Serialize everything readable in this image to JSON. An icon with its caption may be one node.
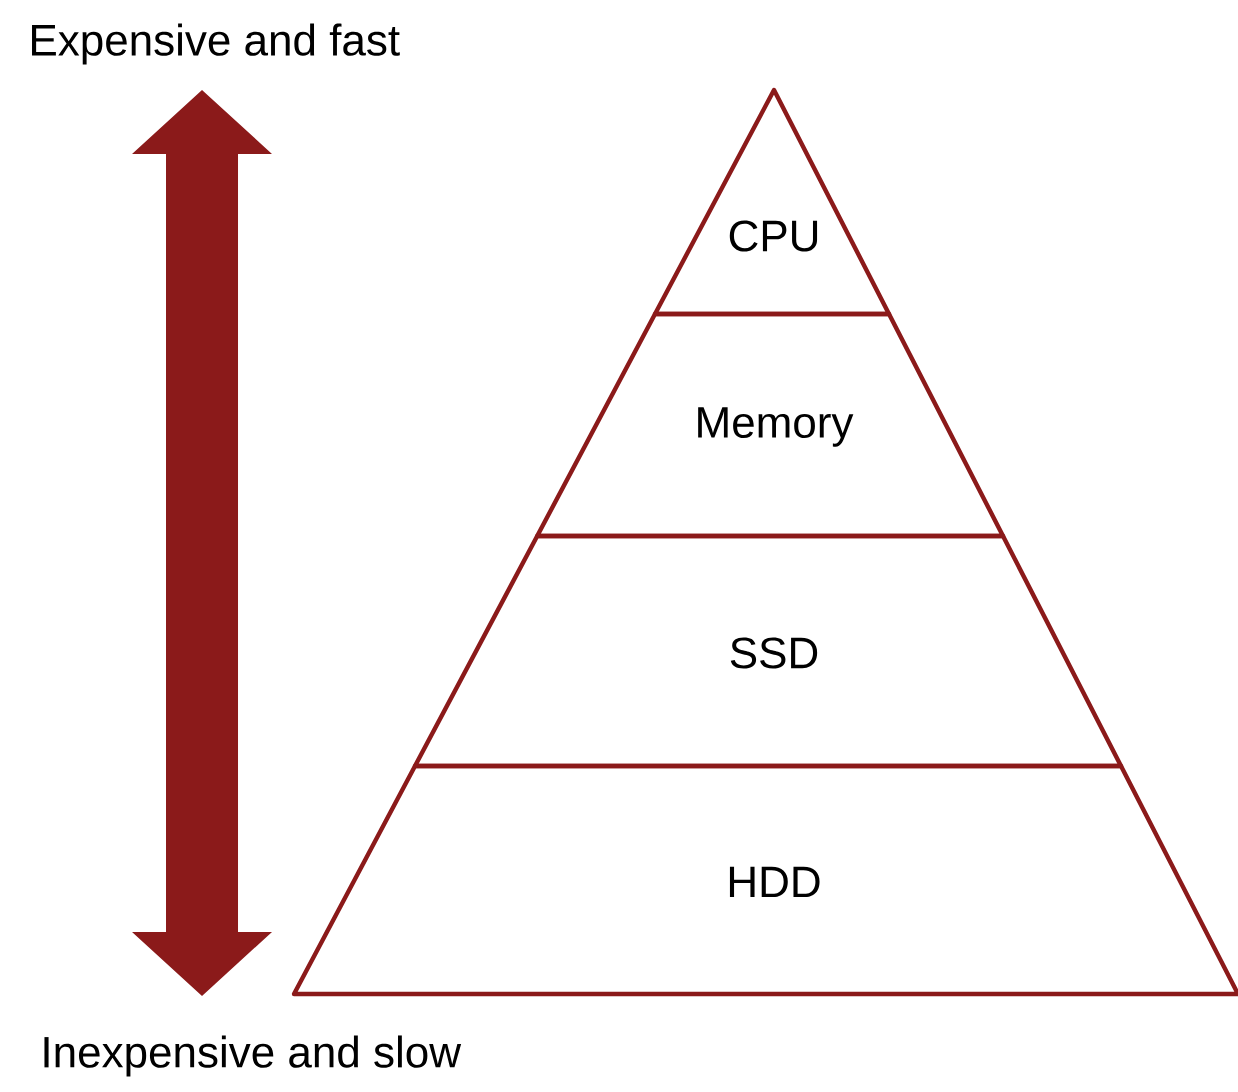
{
  "diagram": {
    "nodes": [
      {
        "text": [
          "CPU"
        ]
      },
      {
        "text": [
          "Memory"
        ]
      },
      {
        "text": [
          "SSD"
        ]
      },
      {
        "text": [
          "HDD"
        ]
      }
    ],
    "labels": [
      "Expensive and fast",
      "Inexpensive and slow"
    ]
  }
}
